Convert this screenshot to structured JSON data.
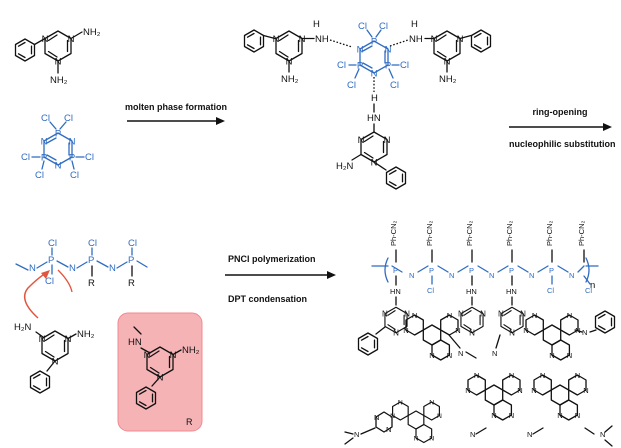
{
  "colors": {
    "black": "#111111",
    "blue": "#2f6cc2",
    "highlight_fill": "#f5b3b6",
    "highlight_stroke": "#f08a90",
    "curved_arrow": "#e2563f"
  },
  "captions": {
    "step1": "molten phase formation",
    "step2a": "ring-opening",
    "step2b": "nucleophilic substitution",
    "step3a": "PNCl polymerization",
    "step3b": "DPT condensation"
  },
  "atoms": {
    "N": "N",
    "NH2": "NH₂",
    "H2N": "H₂N",
    "P": "P",
    "Cl": "Cl",
    "H": "H",
    "HN": "HN",
    "NH": "NH",
    "R": "R",
    "Ph_CN2": "Ph-CN₂",
    "n": "n"
  }
}
